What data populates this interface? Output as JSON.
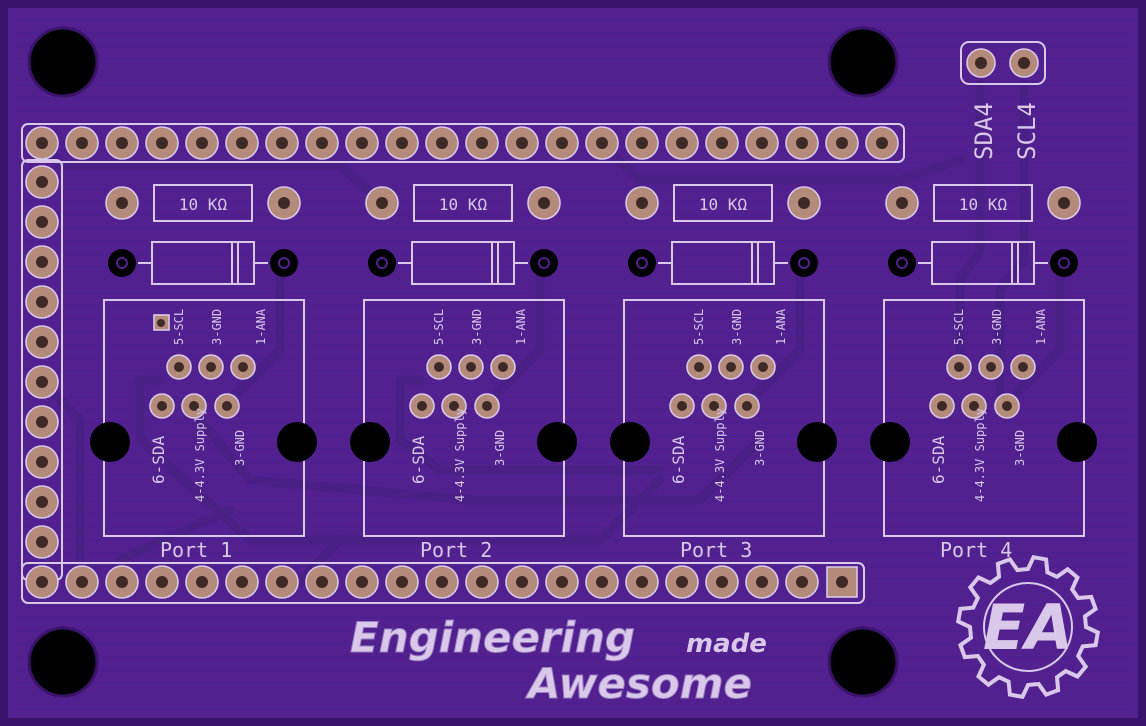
{
  "board": {
    "colors": {
      "board": "#52208f",
      "board_edge": "#3a136b",
      "silkscreen": "#d9c8ea",
      "pad_copper": "#b48a7b",
      "trace": "#4a1f86"
    },
    "header": {
      "labels": [
        "SDA4",
        "SCL4"
      ]
    },
    "ports": [
      {
        "name": "Port 1",
        "resistor": "10 KΩ",
        "top_pins": [
          "5-SCL",
          "3-GND",
          "1-ANA"
        ],
        "bottom_pins": [
          "6-SDA",
          "4-4.3V Supply",
          "3-GND"
        ]
      },
      {
        "name": "Port 2",
        "resistor": "10 KΩ",
        "top_pins": [
          "5-SCL",
          "3-GND",
          "1-ANA"
        ],
        "bottom_pins": [
          "6-SDA",
          "4-4.3V Supply",
          "3-GND"
        ]
      },
      {
        "name": "Port 3",
        "resistor": "10 KΩ",
        "top_pins": [
          "5-SCL",
          "3-GND",
          "1-ANA"
        ],
        "bottom_pins": [
          "6-SDA",
          "4-4.3V Supply",
          "3-GND"
        ]
      },
      {
        "name": "Port 4",
        "resistor": "10 KΩ",
        "top_pins": [
          "5-SCL",
          "3-GND",
          "1-ANA"
        ],
        "bottom_pins": [
          "6-SDA",
          "4-4.3V Supply",
          "3-GND"
        ]
      }
    ],
    "logo": {
      "line1": "Engineering",
      "line1_small": "made",
      "line2": "Awesome",
      "badge": "EA"
    }
  }
}
